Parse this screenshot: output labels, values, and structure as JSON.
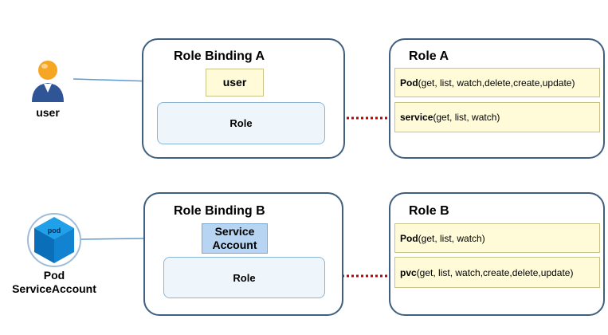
{
  "subjects": {
    "user": {
      "label": "user",
      "icon": "user-icon"
    },
    "pod": {
      "icon_text": "pod",
      "label_line1": "Pod",
      "label_line2": "ServiceAccount",
      "icon": "pod-cube-icon"
    }
  },
  "binding_a": {
    "title": "Role Binding A",
    "subject": "user",
    "role_label": "Role"
  },
  "binding_b": {
    "title": "Role Binding B",
    "subject_line1": "Service",
    "subject_line2": "Account",
    "role_label": "Role"
  },
  "role_a": {
    "title": "Role A",
    "rules": [
      {
        "resource": "Pod",
        "verbs": "(get, list, watch,delete,create,update)"
      },
      {
        "resource": "service",
        "verbs": "(get, list, watch)"
      }
    ]
  },
  "role_b": {
    "title": "Role B",
    "rules": [
      {
        "resource": "Pod",
        "verbs": "(get, list, watch)"
      },
      {
        "resource": "pvc",
        "verbs": "(get, list, watch,create,delete,update)"
      }
    ]
  },
  "colors": {
    "panel_border": "#3f5f7f",
    "role_fill": "#eef6fc",
    "rule_fill": "#fffbd9",
    "subject_fill_a": "#fffbd9",
    "subject_fill_b": "#b7d5f2",
    "solid_arrow": "#5b9bd5",
    "dashed_arrow": "#c00000"
  }
}
